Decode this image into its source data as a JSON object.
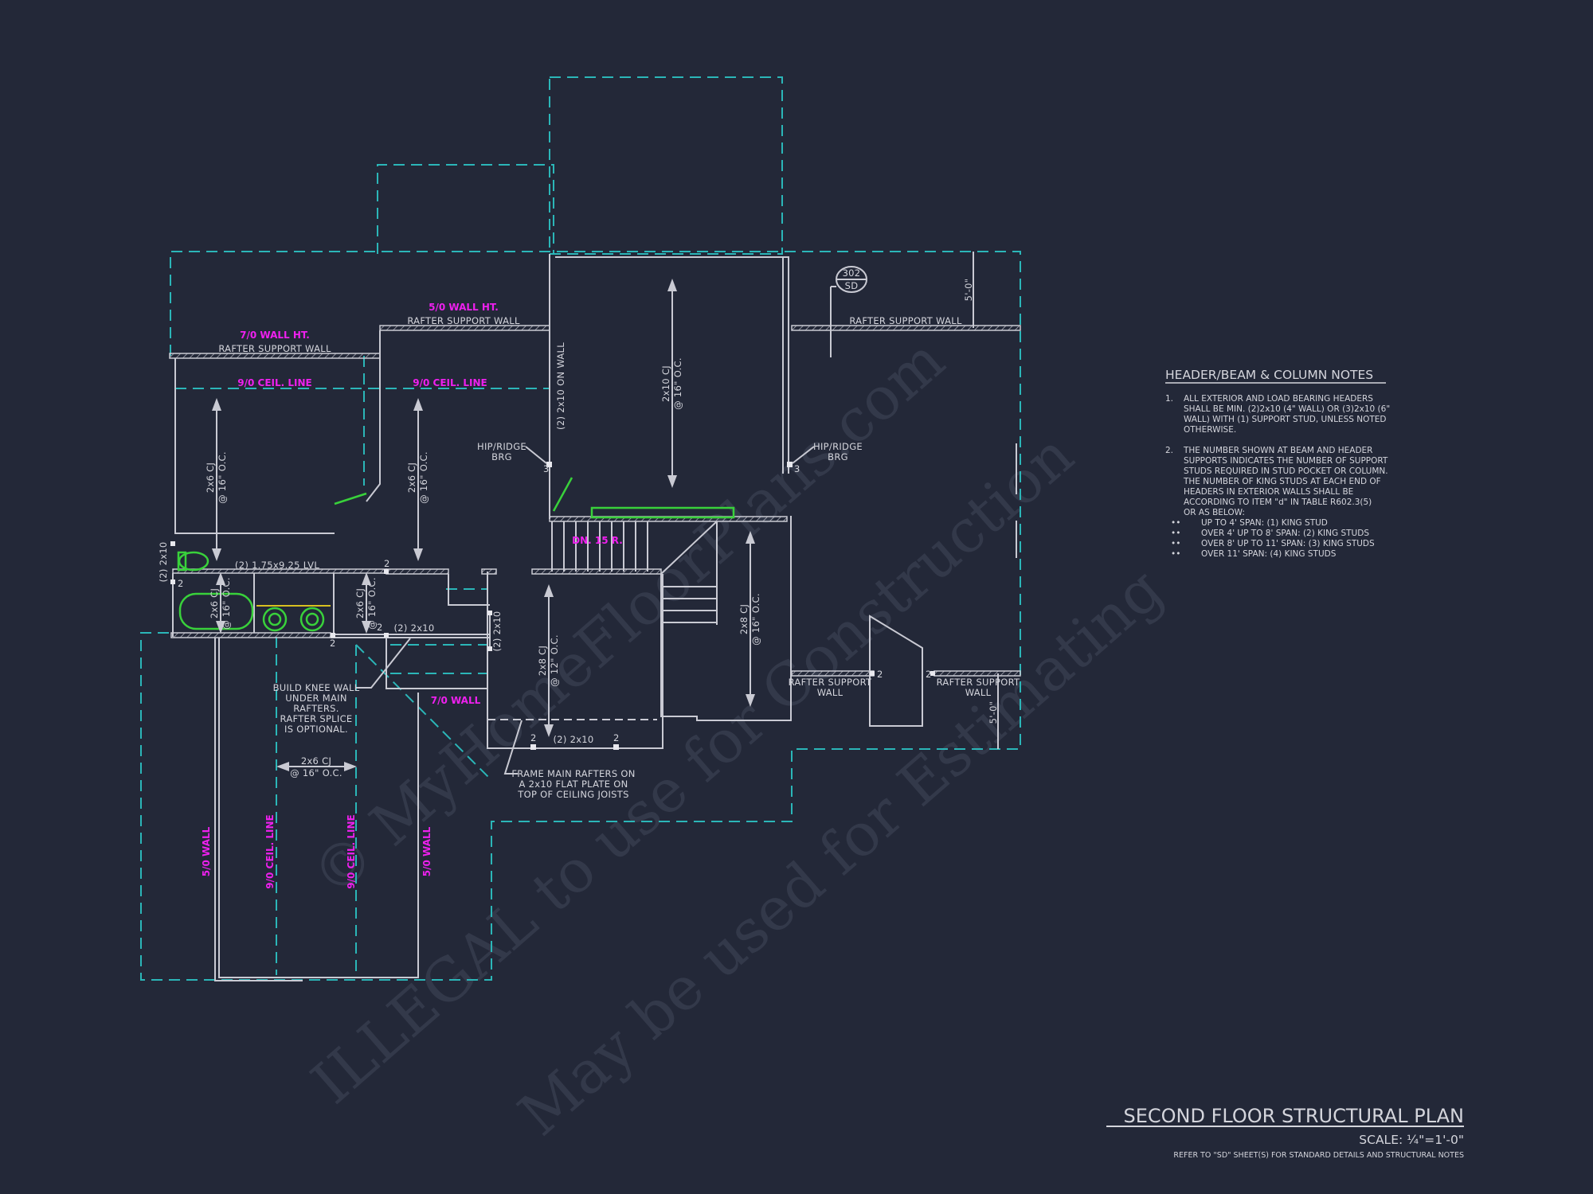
{
  "drawing": {
    "title": "SECOND FLOOR STRUCTURAL PLAN",
    "scale": "SCALE: ¼\"=1'-0\"",
    "reference": "REFER TO \"SD\" SHEET(S) FOR STANDARD DETAILS AND STRUCTURAL NOTES"
  },
  "notes": {
    "heading": "HEADER/BEAM & COLUMN NOTES",
    "n1_num": "1.",
    "n1": [
      "ALL EXTERIOR AND LOAD BEARING HEADERS",
      "SHALL BE MIN. (2)2x10 (4\" WALL) OR (3)2x10 (6\"",
      "WALL) WITH (1) SUPPORT STUD, UNLESS NOTED",
      "OTHERWISE."
    ],
    "n2_num": "2.",
    "n2": [
      "THE NUMBER SHOWN AT BEAM AND HEADER",
      "SUPPORTS INDICATES THE NUMBER OF SUPPORT",
      "STUDS REQUIRED IN STUD POCKET OR COLUMN.",
      "THE NUMBER OF KING STUDS AT EACH END OF",
      "HEADERS IN EXTERIOR WALLS SHALL BE",
      "ACCORDING TO ITEM \"d\" IN TABLE R602.3(5)",
      "OR AS BELOW:"
    ],
    "bullets": [
      "UP TO 4' SPAN: (1) KING STUD",
      "OVER 4' UP TO 8' SPAN: (2) KING STUDS",
      "OVER 8' UP TO 11' SPAN: (3) KING STUDS",
      "OVER 11' SPAN: (4) KING STUDS"
    ]
  },
  "labels": {
    "wall_ht_7": "7/0 WALL HT.",
    "wall_ht_5": "5/0 WALL HT.",
    "rafter_support_wall": "RAFTER SUPPORT WALL",
    "rafter_support": "RAFTER SUPPORT",
    "wall": "WALL",
    "ceil_line": "9/0 CEIL. LINE",
    "cj_2x6_a": "2x6 CJ",
    "at_16": "@ 16\" O.C.",
    "at_12": "@ 12\" O.C.",
    "cj_2x10": "2x10 CJ",
    "cj_2x8": "2x8 CJ",
    "on_wall": "(2) 2x10 ON WALL",
    "hip_ridge": "HIP/RIDGE",
    "brg": "BRG",
    "lvl": "(2) 1.75x9.25 LVL",
    "beam_2x10": "(2) 2x10",
    "dn": "DN. 15 R.",
    "wall_7": "7/0 WALL",
    "wall_5": "5/0 WALL",
    "dim_5": "5'-0\"",
    "detail_num": "302",
    "detail_sheet": "SD",
    "knee": [
      "BUILD KNEE WALL",
      "UNDER MAIN",
      "RAFTERS.",
      "RAFTER SPLICE",
      "IS OPTIONAL."
    ],
    "frame": [
      "FRAME MAIN RAFTERS ON",
      "A 2x10 FLAT PLATE ON",
      "TOP OF CEILING JOISTS"
    ],
    "studs_2": "2",
    "studs_3": "3"
  },
  "watermark": [
    "© MyHomeFloorPlans.com",
    "ILLEGAL to use for Construction",
    "May be used for Estimating"
  ],
  "colors": {
    "background": "#232838",
    "walls": "#c9cad3",
    "roof_outline": "#2bb6b8",
    "height_labels": "#ee20ee",
    "fixtures": "#39d13b"
  }
}
